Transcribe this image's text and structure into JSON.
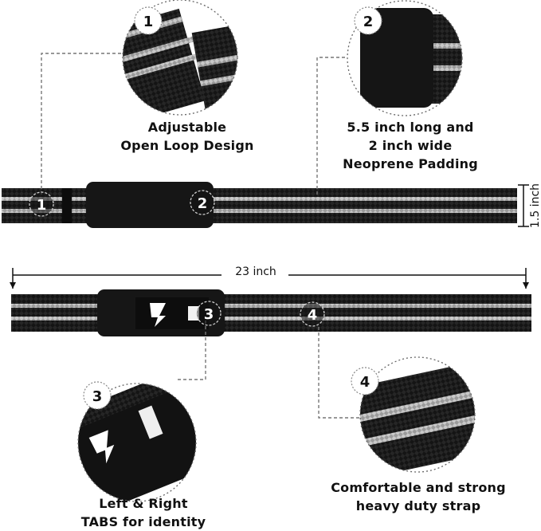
{
  "features": [
    {
      "number": "1",
      "caption_lines": [
        "Adjustable",
        "Open Loop Design"
      ]
    },
    {
      "number": "2",
      "caption_lines": [
        "5.5 inch long and",
        "2 inch wide",
        "Neoprene Padding"
      ]
    },
    {
      "number": "3",
      "caption_lines": [
        "Left & Right",
        "TABS for identity"
      ]
    },
    {
      "number": "4",
      "caption_lines": [
        "Comfortable and strong",
        "heavy duty strap"
      ]
    }
  ],
  "dimensions": {
    "width_label": "1.5 inch",
    "length_label": "23 inch"
  },
  "colors": {
    "strap": "#111111",
    "stripe": "#9a9a9a",
    "pad": "#151515",
    "dash": "#777777"
  }
}
